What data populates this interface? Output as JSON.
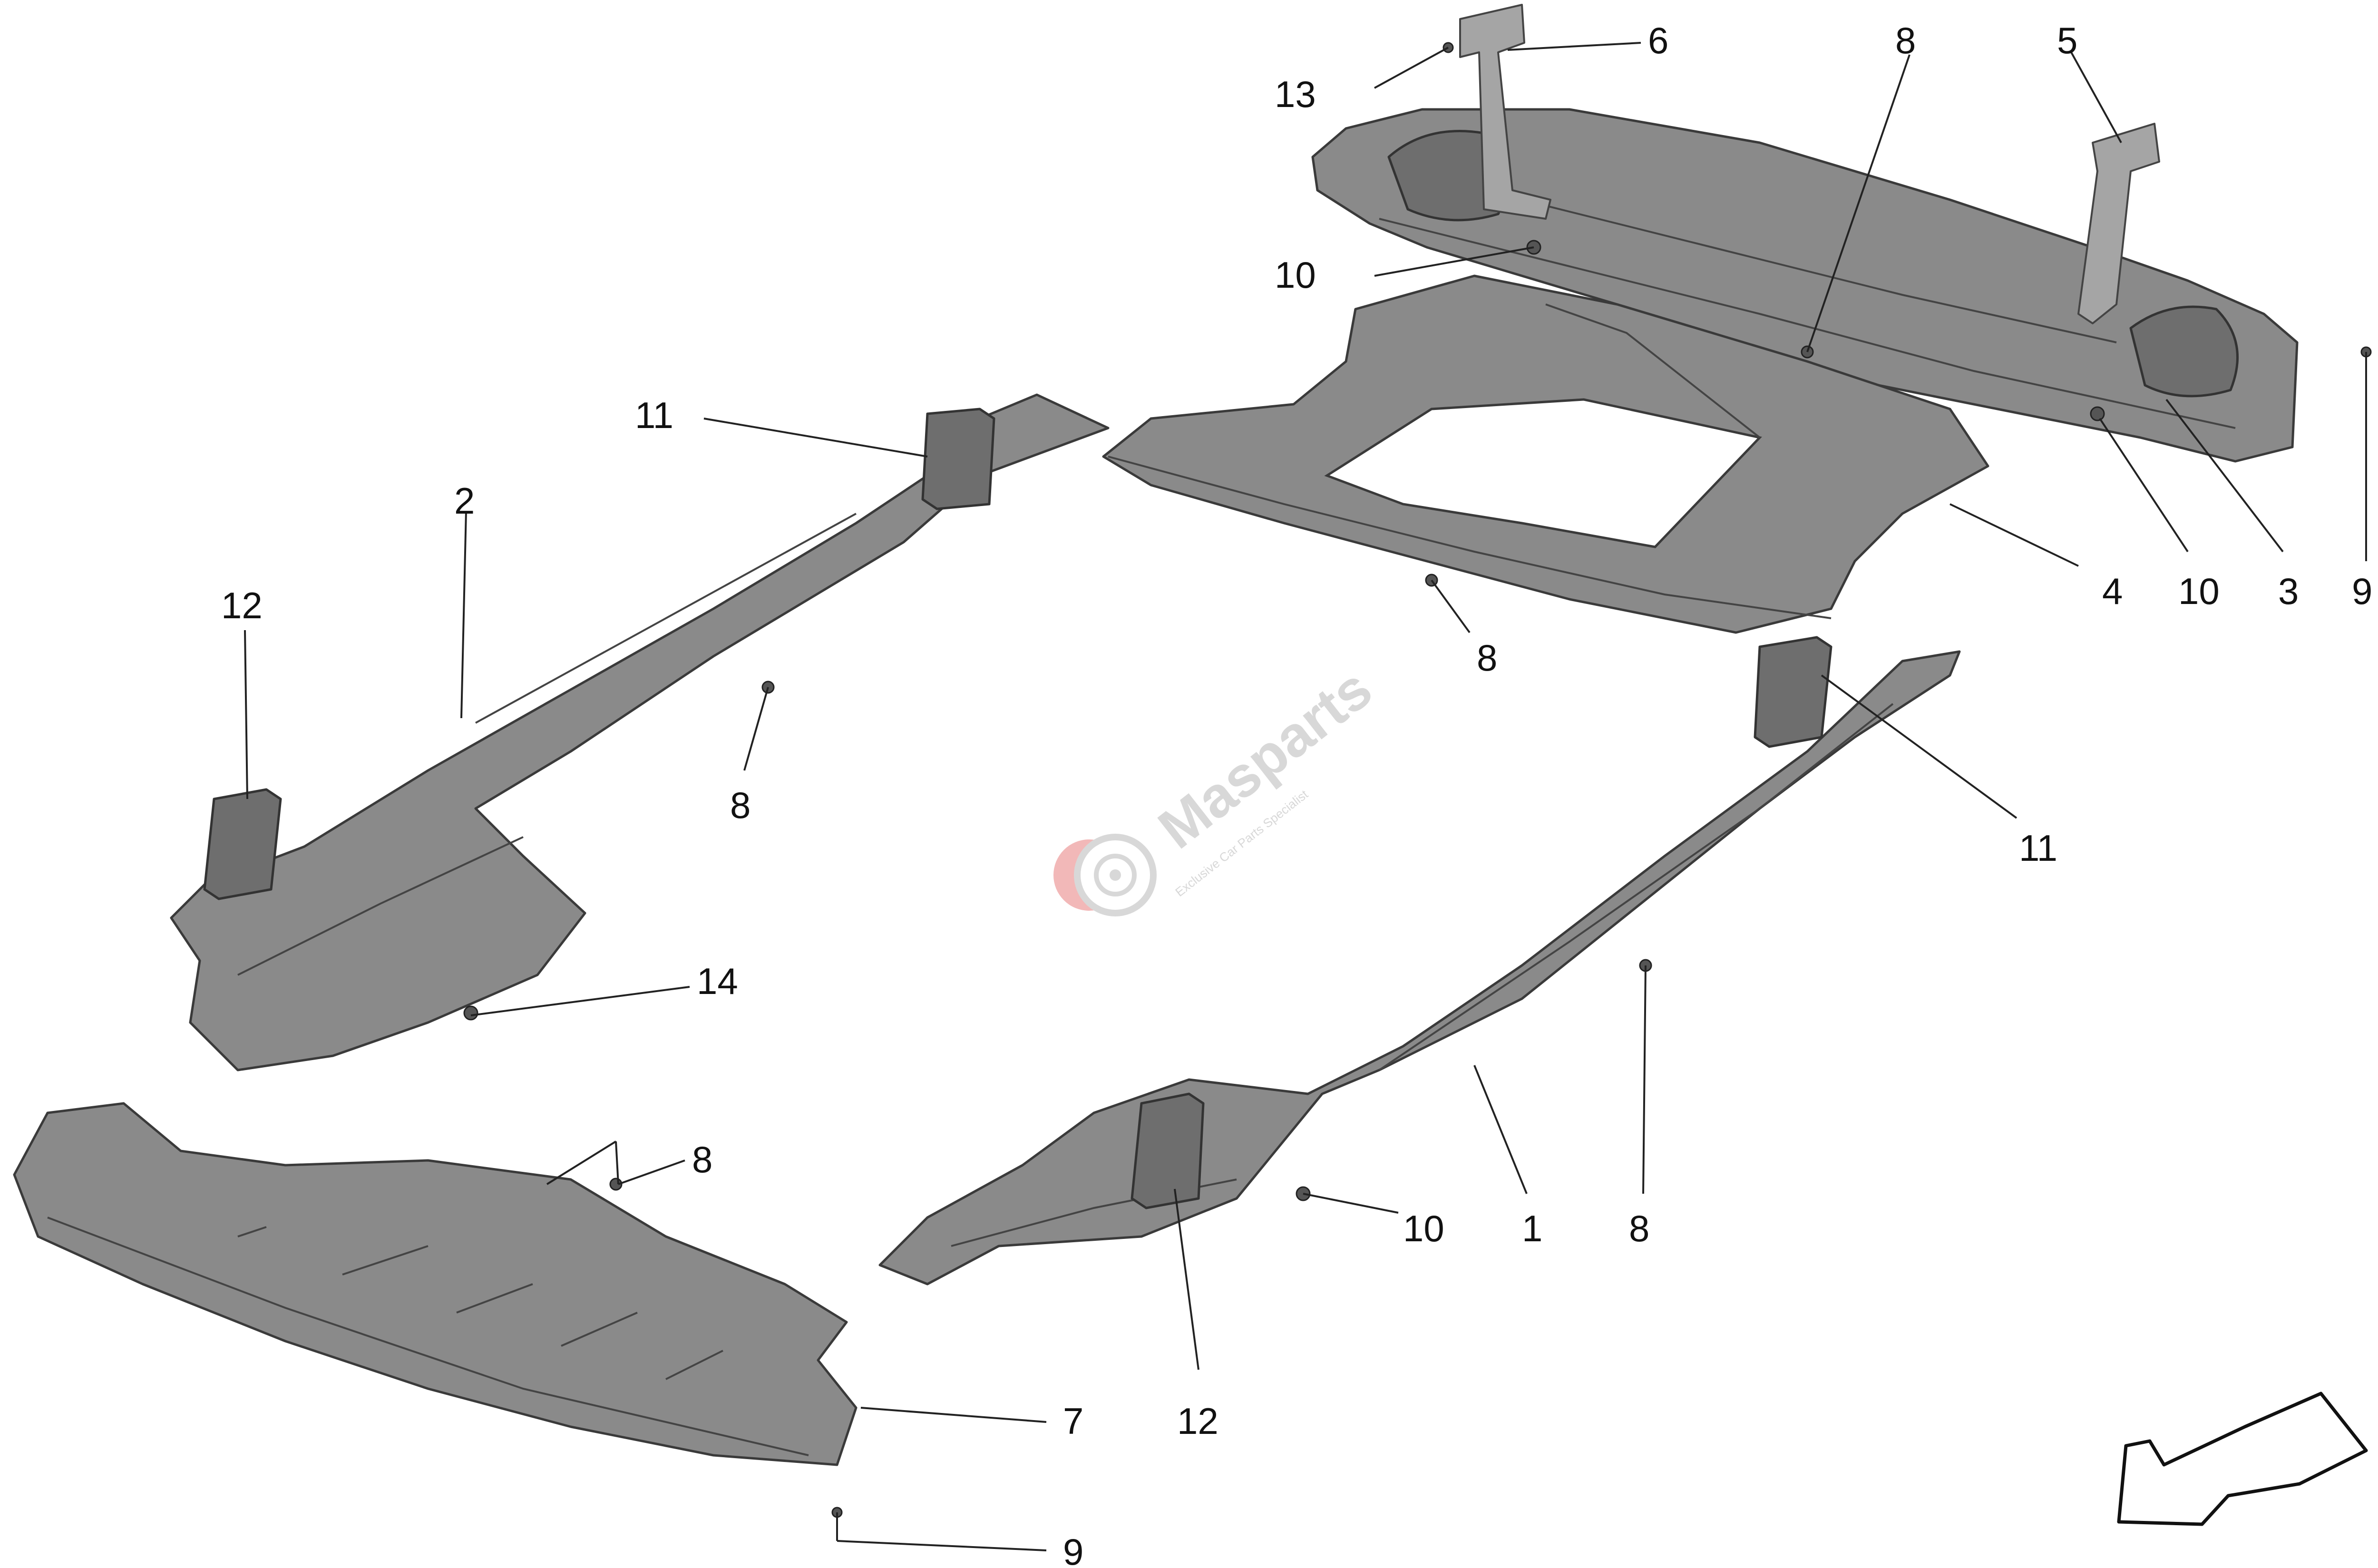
{
  "callouts": {
    "c1": "1",
    "c2": "2",
    "c3": "3",
    "c4": "4",
    "c5": "5",
    "c6": "6",
    "c7": "7",
    "c8a": "8",
    "c8b": "8",
    "c8c": "8",
    "c8d": "8",
    "c8e": "8",
    "c9a": "9",
    "c9b": "9",
    "c10a": "10",
    "c10b": "10",
    "c10c": "10",
    "c11a": "11",
    "c11b": "11",
    "c12a": "12",
    "c12b": "12",
    "c13": "13",
    "c14": "14"
  },
  "watermark": {
    "brand": "Masparts",
    "tagline": "Exclusive Car Parts Specialist"
  },
  "colors": {
    "part_fill": "#8a8a8a",
    "part_outline": "#3a3a3a",
    "watermark_red": "#f2b8b8",
    "watermark_grey": "#d8d8d8"
  },
  "icons": {
    "direction": "outline-arrow-down-left-icon"
  }
}
